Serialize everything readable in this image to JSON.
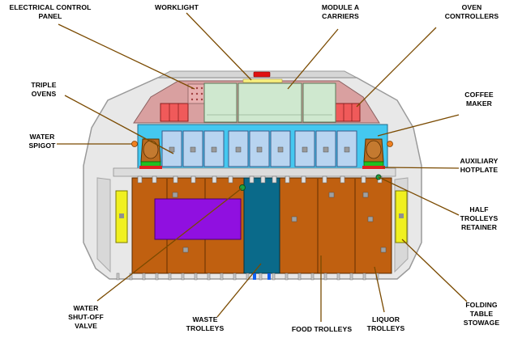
{
  "labels": {
    "electrical_control_panel": [
      "ELECTRICAL CONTROL",
      "PANEL"
    ],
    "worklight": [
      "WORKLIGHT"
    ],
    "module_a_carriers": [
      "MODULE A",
      "CARRIERS"
    ],
    "oven_controllers": [
      "OVEN",
      "CONTROLLERS"
    ],
    "triple_ovens": [
      "TRIPLE",
      "OVENS"
    ],
    "coffee_maker": [
      "COFFEE",
      "MAKER"
    ],
    "water_spigot": [
      "WATER",
      "SPIGOT"
    ],
    "auxiliary_hotplate": [
      "AUXILIARY",
      "HOTPLATE"
    ],
    "half_trolleys_retainer": [
      "HALF",
      "TROLLEYS",
      "RETAINER"
    ],
    "water_shutoff_valve": [
      "WATER",
      "SHUT-OFF",
      "VALVE"
    ],
    "waste_trolleys": [
      "WASTE",
      "TROLLEYS"
    ],
    "food_trolleys": [
      "FOOD TROLLEYS"
    ],
    "liquor_trolleys": [
      "LIQUOR",
      "TROLLEYS"
    ],
    "folding_table_stowage": [
      "FOLDING",
      "TABLE",
      "STOWAGE"
    ]
  },
  "colors": {
    "fuselage": "#e8e8e8",
    "fuselage_outline": "#9a9a9a",
    "upper_panel": "#d9a0a0",
    "control_panel_red": "#f05a5a",
    "module_carriers": "#cfe8cf",
    "galley_counter": "#44c8f0",
    "oven_doors": "#b8d4f0",
    "coffee_maker": "#b86a20",
    "hotplate_green": "#20c020",
    "hotplate_red": "#e02020",
    "trolley_brown": "#c06010",
    "waste_trolley_blue": "#0a6a8a",
    "purple_panel": "#9010e0",
    "table_stowage_yellow": "#f0f020",
    "worklight_red": "#e01010",
    "worklight_bar": "#f8f080",
    "leader_line": "#7a4a00"
  }
}
